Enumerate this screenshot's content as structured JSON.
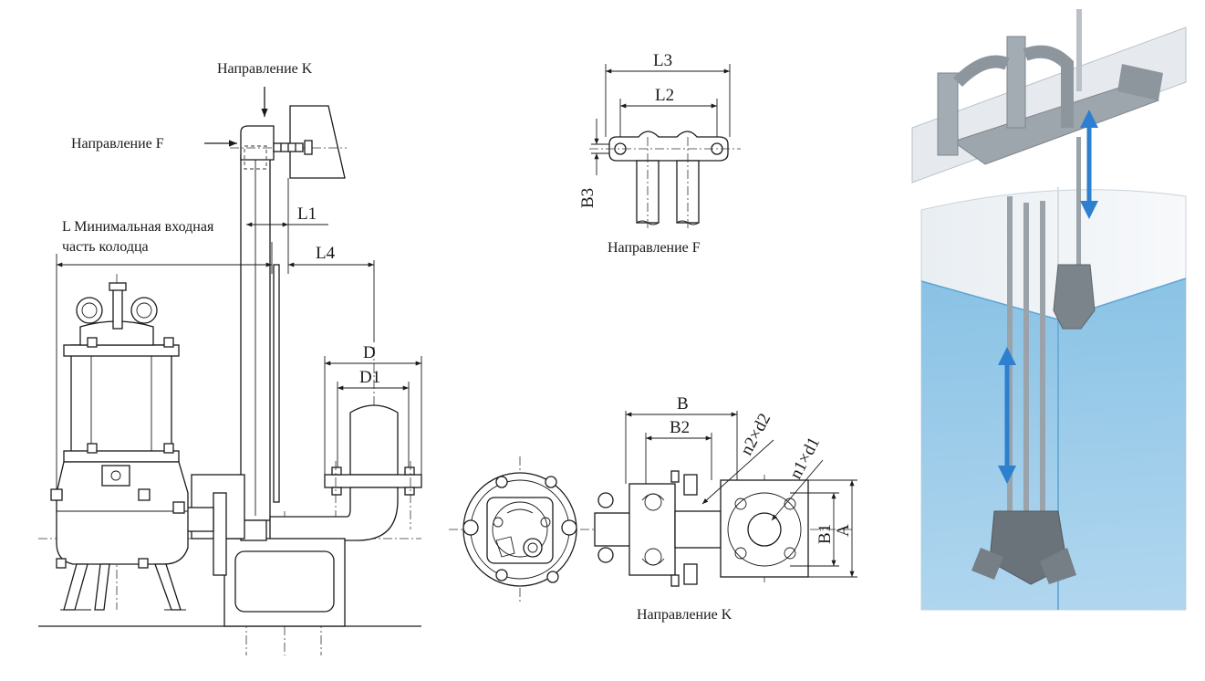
{
  "labels": {
    "dir_k_top": "Направление K",
    "dir_f_side": "Направление F",
    "l_min_line1": "L Минимальная входная",
    "l_min_line2": "часть колодца",
    "dir_f_view": "Направление F",
    "dir_k_view": "Направление K"
  },
  "dims": {
    "l1": "L1",
    "l4": "L4",
    "d": "D",
    "d1": "D1",
    "l3": "L3",
    "l2": "L2",
    "b3": "B3",
    "b": "B",
    "b2": "B2",
    "n2d2": "n2×d2",
    "n1d1": "n1×d1",
    "b1": "B1",
    "a": "A"
  },
  "colors": {
    "line": "#1a1a1a",
    "water": "#5aa6d6",
    "water_light": "#a9d3ee",
    "arrow_blue": "#2d7fd0"
  }
}
